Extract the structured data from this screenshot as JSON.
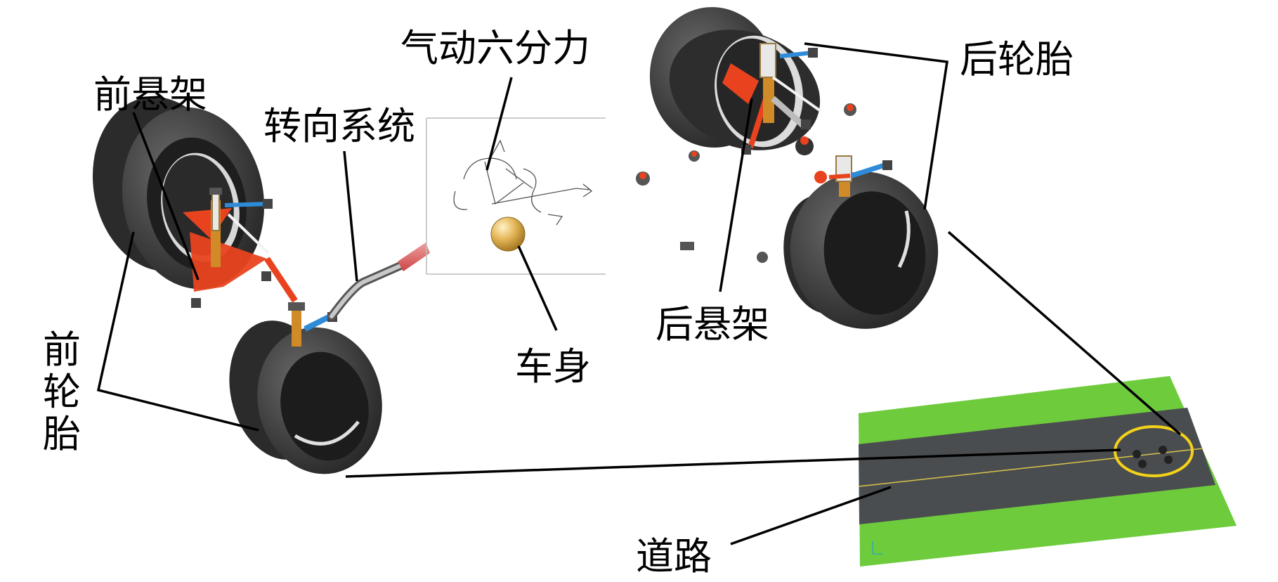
{
  "labels": {
    "front_suspension": "前悬架",
    "steering_system": "转向系统",
    "aero_forces": "气动六分力",
    "rear_tire": "后轮胎",
    "front_tire": "前轮胎",
    "body": "车身",
    "rear_suspension": "后悬架",
    "road": "道路"
  },
  "colors": {
    "tire": "#3c3c3c",
    "suspension_arm": "#e8431e",
    "link_blue": "#2e8bd8",
    "spring": "#c8922a",
    "road_asphalt": "#4a4d50",
    "road_grass": "#6ecb3c",
    "highlight_circle": "#f4d21a",
    "body_sphere": "#e0b35a"
  }
}
